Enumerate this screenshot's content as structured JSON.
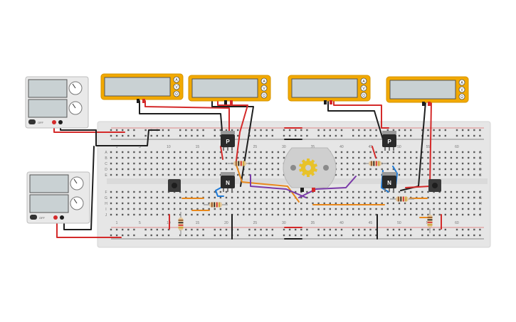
{
  "colors": {
    "breadboard": "#e6e6e6",
    "rail_red": "#d42a2a",
    "rail_black": "#222222",
    "multimeter_body": "#f2a900",
    "multimeter_screen": "#c9d1d3",
    "supply_body": "#e9e9e9",
    "wire_red": "#d42a2a",
    "wire_black": "#1e1e1e",
    "wire_orange": "#e8881c",
    "wire_purple": "#7a3aa8",
    "wire_blue": "#1e7ad6"
  },
  "breadboard": {
    "column_numbers_top": [
      "1",
      "5",
      "10",
      "15",
      "20",
      "25",
      "30",
      "35",
      "40",
      "45",
      "50",
      "55",
      "60"
    ],
    "column_numbers_bottom": [
      "1",
      "5",
      "10",
      "15",
      "20",
      "25",
      "30",
      "35",
      "40",
      "45",
      "50",
      "55",
      "60"
    ],
    "row_letters_upper": [
      "A",
      "B",
      "C",
      "D",
      "E"
    ],
    "row_letters_lower": [
      "F",
      "G",
      "H",
      "I",
      "J"
    ]
  },
  "multimeters": [
    {
      "mode_labels": [
        "A",
        "V",
        "Ω"
      ]
    },
    {
      "mode_labels": [
        "A",
        "V",
        "Ω"
      ]
    },
    {
      "mode_labels": [
        "A",
        "V",
        "Ω"
      ]
    },
    {
      "mode_labels": [
        "A",
        "V",
        "Ω"
      ]
    }
  ],
  "power_supplies": [
    {
      "switch_label": "OFF"
    },
    {
      "switch_label": "OFF"
    }
  ],
  "transistors": [
    {
      "label": "P"
    },
    {
      "label": "N"
    },
    {
      "label": "P"
    },
    {
      "label": "N"
    }
  ],
  "motor": {
    "icon": "gear-icon"
  },
  "icons": {
    "multimeter": "multimeter-icon",
    "power_supply": "power-supply-icon",
    "pushbutton": "pushbutton-icon",
    "resistor": "resistor-icon"
  }
}
